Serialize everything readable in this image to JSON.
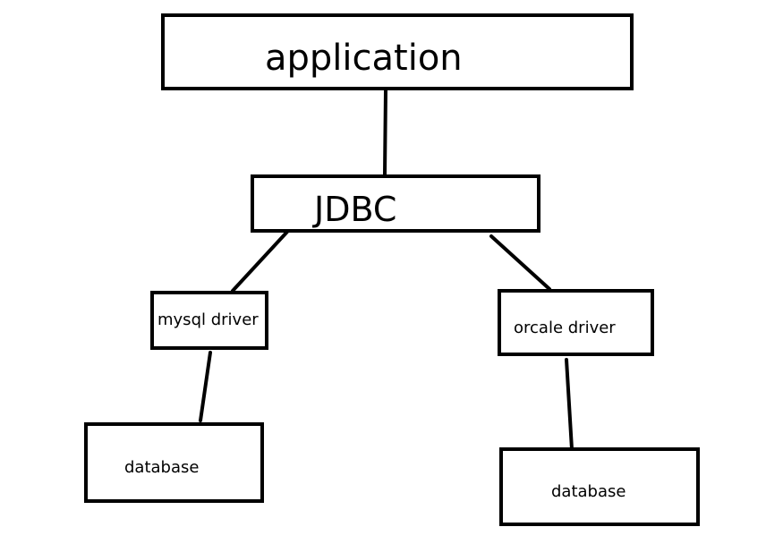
{
  "diagram": {
    "nodes": {
      "application": {
        "label": "application"
      },
      "jdbc": {
        "label": "JDBC"
      },
      "mysql_driver": {
        "label": "mysql driver"
      },
      "oracle_driver": {
        "label": "orcale driver"
      },
      "database_left": {
        "label": "database"
      },
      "database_right": {
        "label": "database"
      }
    },
    "edges": [
      {
        "from": "application",
        "to": "jdbc"
      },
      {
        "from": "jdbc",
        "to": "mysql_driver"
      },
      {
        "from": "jdbc",
        "to": "oracle_driver"
      },
      {
        "from": "mysql_driver",
        "to": "database_left"
      },
      {
        "from": "oracle_driver",
        "to": "database_right"
      }
    ],
    "colors": {
      "stroke": "#000000",
      "background": "#ffffff"
    }
  }
}
